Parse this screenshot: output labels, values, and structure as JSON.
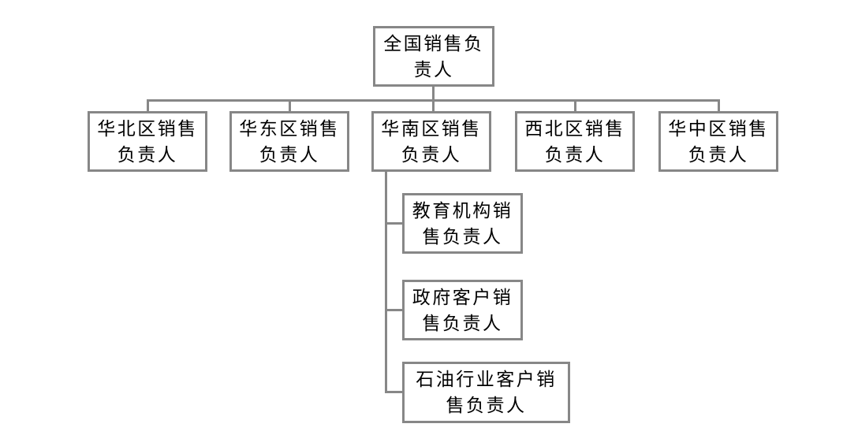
{
  "org_chart": {
    "type": "org-chart",
    "root": {
      "label": "全国销售负\n责人",
      "full_title": "全国销售负责人"
    },
    "level2": [
      {
        "label": "华北区销售\n负责人",
        "full_title": "华北区销售负责人"
      },
      {
        "label": "华东区销售\n负责人",
        "full_title": "华东区销售负责人"
      },
      {
        "label": "华南区销售\n负责人",
        "full_title": "华南区销售负责人"
      },
      {
        "label": "西北区销售\n负责人",
        "full_title": "西北区销售负责人"
      },
      {
        "label": "华中区销售\n负责人",
        "full_title": "华中区销售负责人"
      }
    ],
    "south_region_children": [
      {
        "label": "教育机构销\n售负责人",
        "full_title": "教育机构销售负责人"
      },
      {
        "label": "政府客户销\n售负责人",
        "full_title": "政府客户销售负责人"
      },
      {
        "label": "石油行业客户销\n售负责人",
        "full_title": "石油行业客户销售负责人"
      }
    ],
    "colors": {
      "border": "#878787",
      "connector": "#878787",
      "text": "#000000",
      "background": "#ffffff"
    }
  }
}
